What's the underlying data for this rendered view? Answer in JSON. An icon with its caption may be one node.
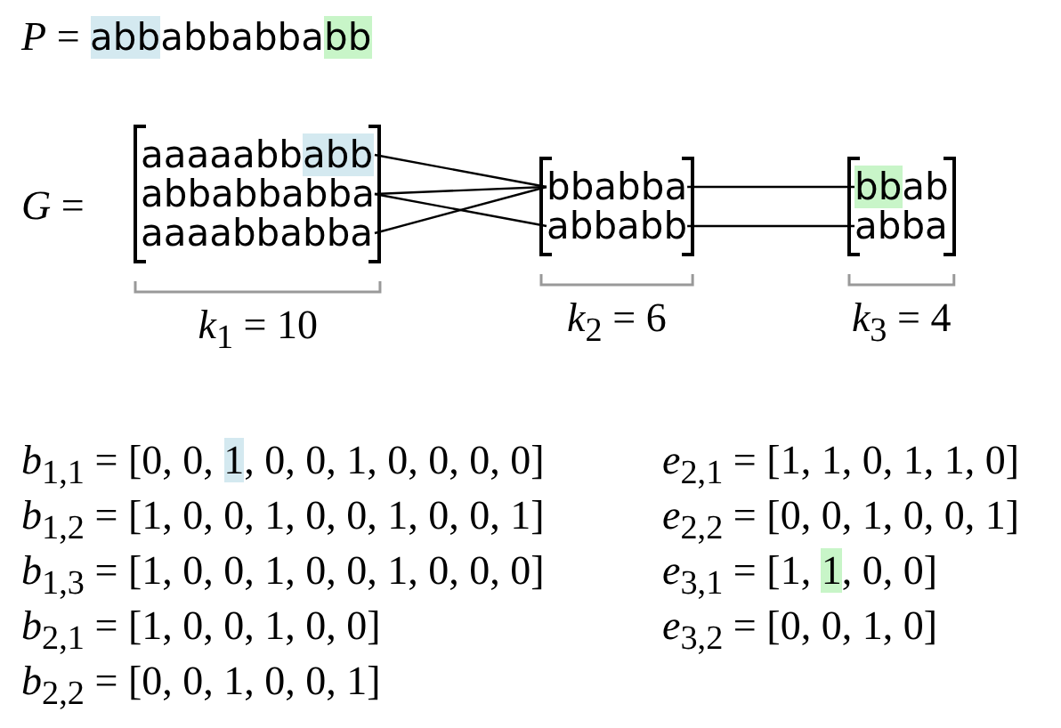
{
  "diagram": {
    "nodes": [
      {
        "text": [],
        "shape": "box"
      },
      {
        "text": [
          "aaaaabbabb"
        ],
        "in": 0
      },
      {
        "text": [
          "abbabbabba"
        ],
        "in": 0
      },
      {
        "text": [
          "aaaabbabba"
        ],
        "in": 0
      },
      {
        "text": [],
        "shape": "box"
      },
      {
        "text": [
          "bbabba"
        ],
        "in": 4
      },
      {
        "text": [
          "abbabb"
        ],
        "in": 4
      },
      {
        "text": [],
        "shape": "box"
      },
      {
        "text": [
          "bbab"
        ],
        "in": 7
      },
      {
        "text": [
          "abba"
        ],
        "in": 7
      }
    ],
    "edges": [
      {
        "from": 1,
        "to": 5,
        "arrow": "none"
      },
      {
        "from": 2,
        "to": 5,
        "arrow": "none"
      },
      {
        "from": 2,
        "to": 6,
        "arrow": "none"
      },
      {
        "from": 3,
        "to": 5,
        "arrow": "none"
      },
      {
        "from": 5,
        "to": 8,
        "arrow": "none"
      },
      {
        "from": 6,
        "to": 9,
        "arrow": "none"
      }
    ],
    "labels": [
      "*P* = abbabbabbabb",
      "*G* =",
      "*k*$_{1}$ = 10",
      "*k*$_{2}$ = 6",
      "*k*$_{3}$ = 4",
      "*b*$_{1,1}$ = [0, 0, 1, 0, 0, 1, 0, 0, 0, 0]",
      "*e*$_{2,1}$ = [1, 1, 0, 1, 1, 0]",
      "*b*$_{1,2}$ = [1, 0, 0, 1, 0, 0, 1, 0, 0, 1]",
      "*e*$_{2,2}$ = [0, 0, 1, 0, 0, 1]",
      "*b*$_{1,3}$ = [1, 0, 0, 1, 0, 0, 1, 0, 0, 0]",
      "*e*$_{3,1}$ = [1, 1, 0, 0]",
      "*b*$_{2,1}$ = [1, 0, 0, 1, 0, 0]",
      "*e*$_{3,2}$ = [0, 0, 1, 0]",
      "*b*$_{2,2}$ = [0, 0, 1, 0, 0, 1]"
    ]
  }
}
